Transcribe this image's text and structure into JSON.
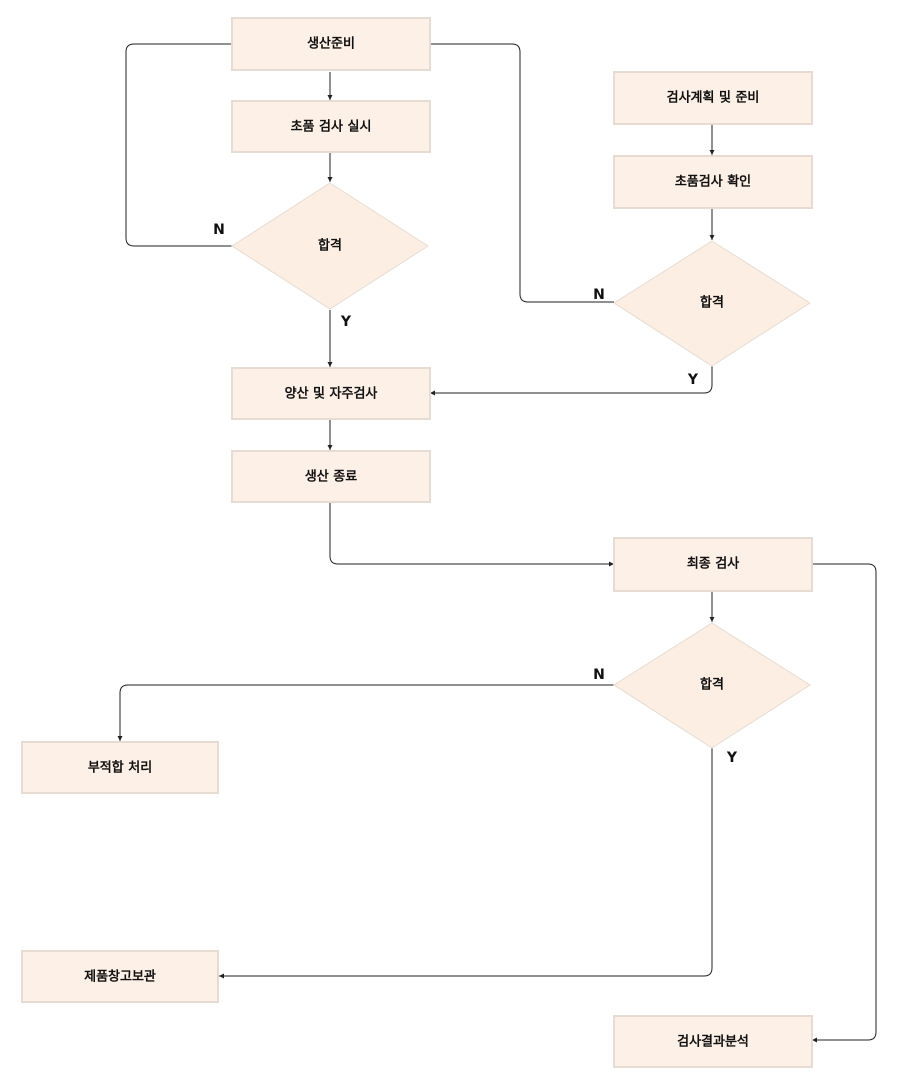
{
  "flow": {
    "production_prep": "생산준비",
    "first_article_inspection": "초품 검사 실시",
    "pass_check_1": "합격",
    "mass_production_self_inspection": "양산 및 자주검사",
    "production_end": "생산 종료",
    "inspection_plan_prep": "검사계획 및 준비",
    "first_article_check": "초품검사 확인",
    "pass_check_2": "합격",
    "final_inspection": "최종 검사",
    "pass_check_3": "합격",
    "nonconformance_handling": "부적합 처리",
    "product_warehouse_storage": "제품창고보관",
    "inspection_result_analysis": "검사결과분석"
  },
  "labels": {
    "no": "N",
    "yes": "Y"
  },
  "colors": {
    "node_fill": "#fdf0e6",
    "node_border": "#e6dcd3",
    "edge": "#222222"
  }
}
